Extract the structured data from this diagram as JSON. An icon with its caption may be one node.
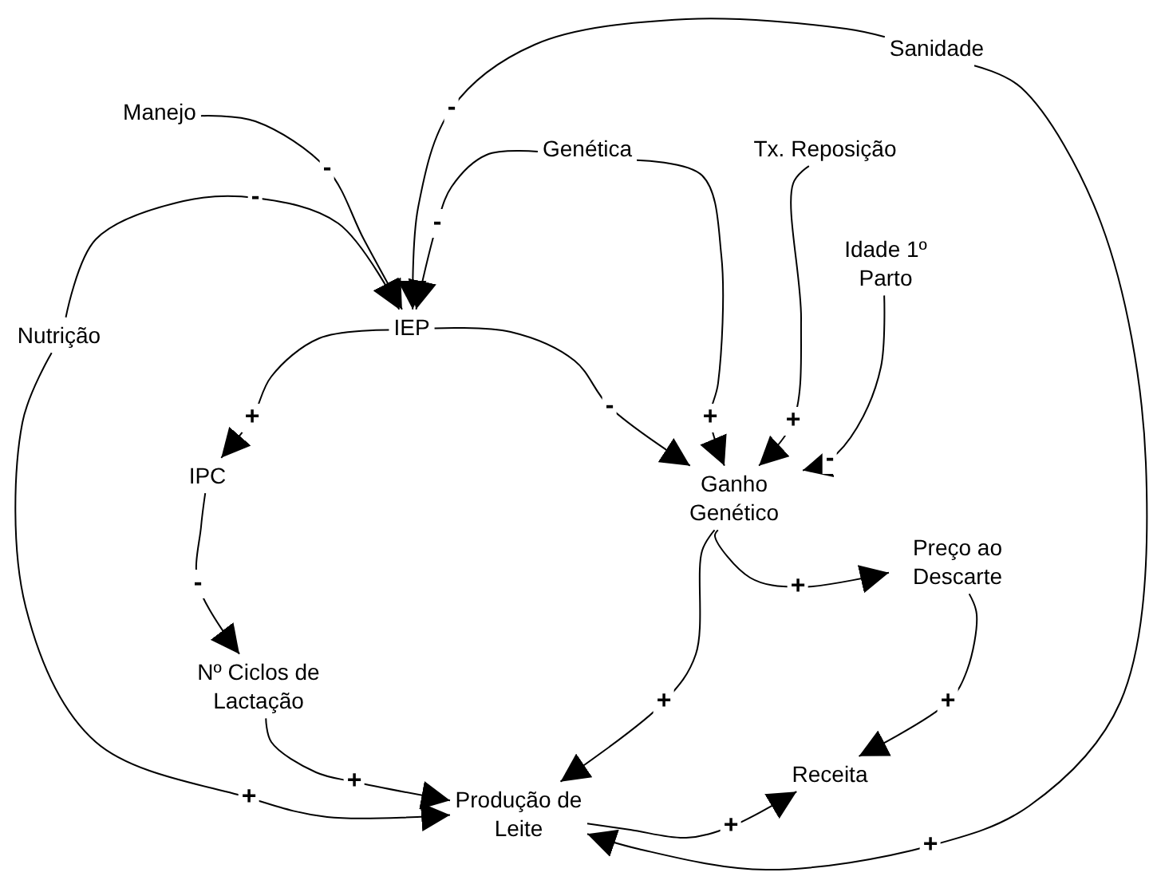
{
  "diagram": {
    "nodes": [
      {
        "text": [
          "Manejo"
        ]
      },
      {
        "text": [
          "Sanidade"
        ]
      },
      {
        "text": [
          "Genética"
        ]
      },
      {
        "text": [
          "Tx. Reposição"
        ]
      },
      {
        "text": [
          "Idade 1º Parto"
        ]
      },
      {
        "text": [
          "Nutrição"
        ]
      },
      {
        "text": [
          "IEP"
        ]
      },
      {
        "text": [
          "IPC"
        ]
      },
      {
        "text": [
          "Ganho Genético"
        ]
      },
      {
        "text": [
          "Preço ao Descarte"
        ]
      },
      {
        "text": [
          "Nº Ciclos de Lactação"
        ]
      },
      {
        "text": [
          "Receita"
        ]
      },
      {
        "text": [
          "Produção de Leite"
        ]
      }
    ],
    "edges": [
      {
        "from": 0,
        "to": 6,
        "arrow": "to",
        "label": "-"
      },
      {
        "from": 1,
        "to": 6,
        "arrow": "to",
        "label": "-"
      },
      {
        "from": 2,
        "to": 6,
        "arrow": "to",
        "label": "-"
      },
      {
        "from": 5,
        "to": 6,
        "arrow": "to",
        "label": "-"
      },
      {
        "from": 6,
        "to": 7,
        "arrow": "to",
        "label": "+"
      },
      {
        "from": 6,
        "to": 8,
        "arrow": "to",
        "label": "-"
      },
      {
        "from": 2,
        "to": 8,
        "arrow": "to",
        "label": "+"
      },
      {
        "from": 3,
        "to": 8,
        "arrow": "to",
        "label": "+"
      },
      {
        "from": 4,
        "to": 8,
        "arrow": "to",
        "label": "-"
      },
      {
        "from": 7,
        "to": 10,
        "arrow": "to",
        "label": "-"
      },
      {
        "from": 10,
        "to": 12,
        "arrow": "to",
        "label": "+"
      },
      {
        "from": 5,
        "to": 12,
        "arrow": "to",
        "label": "+"
      },
      {
        "from": 8,
        "to": 12,
        "arrow": "to",
        "label": "+"
      },
      {
        "from": 8,
        "to": 9,
        "arrow": "to",
        "label": "+"
      },
      {
        "from": 9,
        "to": 11,
        "arrow": "to",
        "label": "+"
      },
      {
        "from": 12,
        "to": 11,
        "arrow": "to",
        "label": "+"
      },
      {
        "from": 1,
        "to": 12,
        "arrow": "to",
        "label": "+"
      }
    ]
  }
}
